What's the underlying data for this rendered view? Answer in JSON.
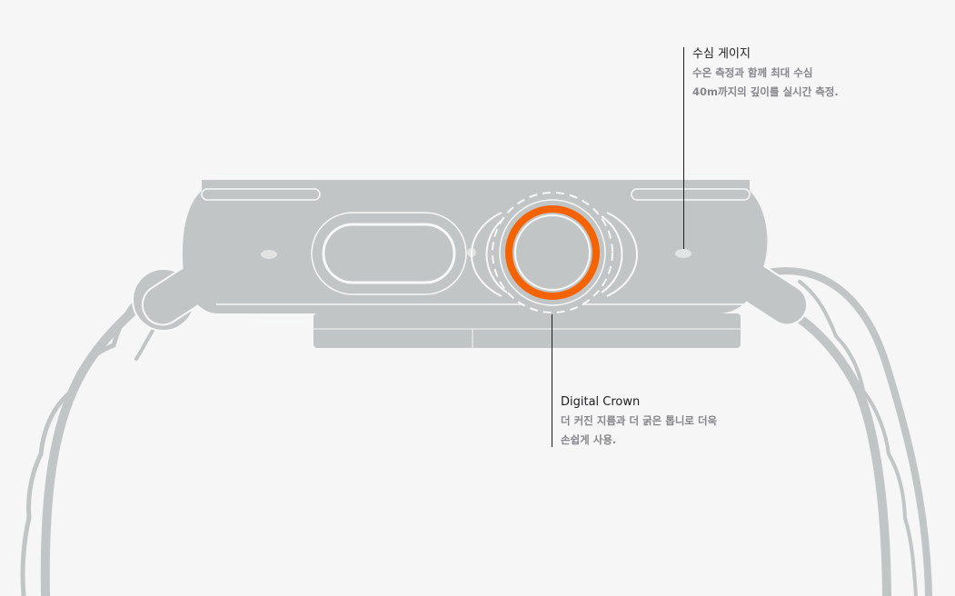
{
  "colors": {
    "background": "#f6f6f6",
    "watch_body": "#c2c5c5",
    "band": "#c2c5c5",
    "line_white": "#f7f8f8",
    "crown_accent": "#f56300",
    "text_primary": "#1d1d1f",
    "text_secondary": "#86868b"
  },
  "callouts": {
    "depth_gauge": {
      "title": "수심 게이지",
      "lines": [
        "수온 측정과 함께 최대 수심",
        "40m까지의 깊이를 실시간 측정."
      ]
    },
    "digital_crown": {
      "title": "Digital Crown",
      "lines": [
        "더 커진 지름과 더 굵은 톱니로 더욱",
        "손쉽게 사용."
      ]
    }
  },
  "icons": {
    "watch": "watch-side-illustration",
    "band": "alpine-loop-band",
    "crown": "digital-crown-orange-ring",
    "gauge": "depth-gauge-sensor-mesh"
  }
}
